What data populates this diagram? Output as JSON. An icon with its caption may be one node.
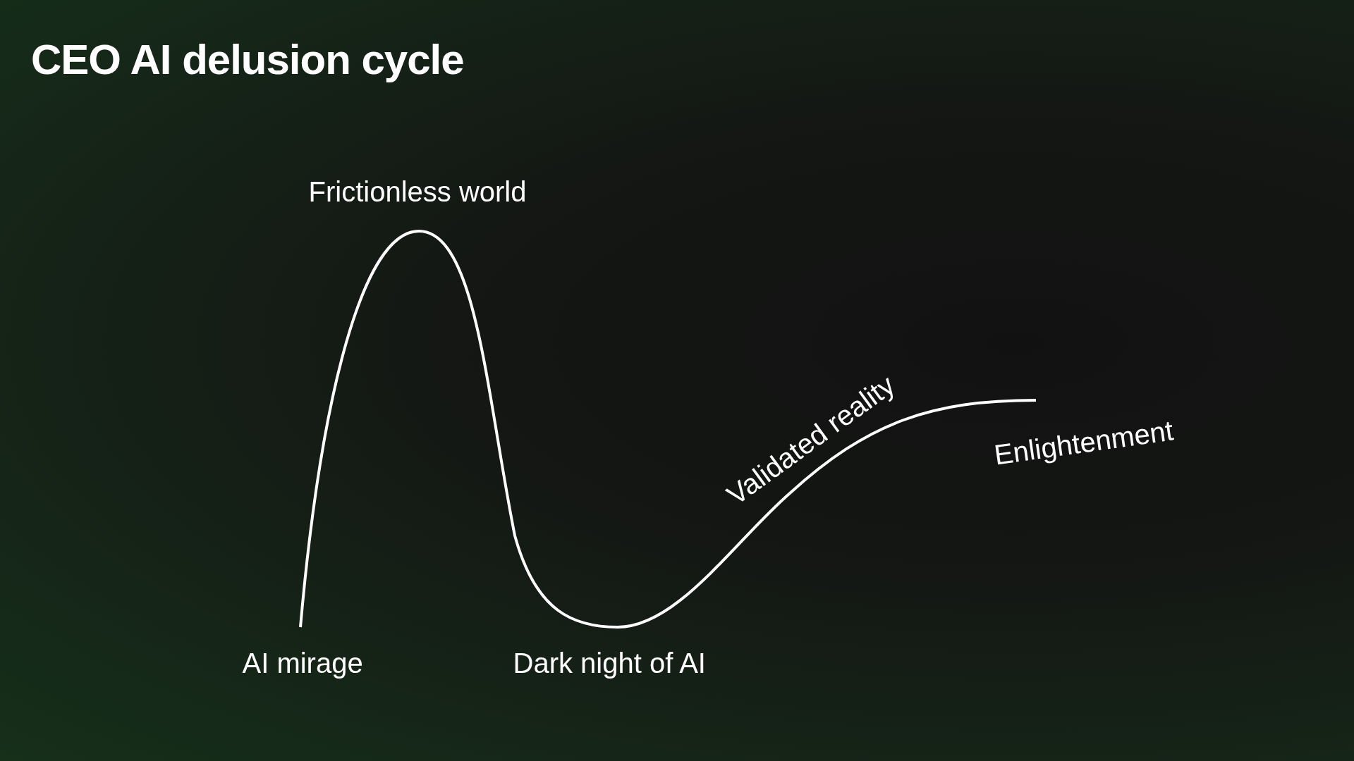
{
  "diagram": {
    "title": "CEO AI delusion cycle",
    "labels": [
      "Frictionless world",
      "Validated reality",
      "Enlightenment",
      "AI mirage",
      "Dark night of AI"
    ]
  }
}
